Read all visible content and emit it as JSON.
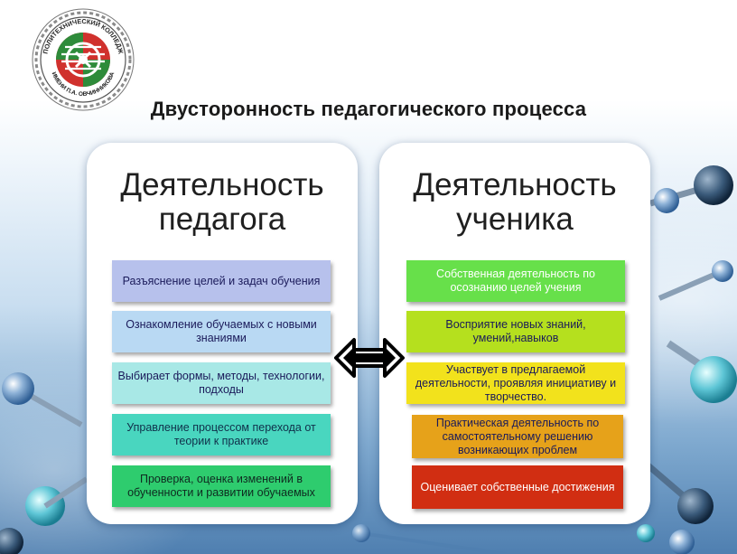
{
  "slide": {
    "title": "Двусторонность педагогического процесса",
    "logo": {
      "top_text": "ПОЛИТЕХНИЧЕСКИЙ КОЛЛЕДЖ",
      "bottom_text": "ИМЕНИ П.А. ОВЧИННИКОВА",
      "colors": {
        "green": "#2e8b3a",
        "red": "#d0312d",
        "ring": "#ffffff"
      }
    }
  },
  "teacher": {
    "heading": "Деятельность педагога",
    "items": [
      {
        "text": "Разъяснение целей и задач обучения",
        "color": "#b7c1ec",
        "text_color": "#1a1a5a"
      },
      {
        "text": "Ознакомление обучаемых с новыми знаниями",
        "color": "#b9d9f3",
        "text_color": "#1a1a5a"
      },
      {
        "text": "Выбирает формы, методы, технологии, подходы",
        "color": "#a8e8e6",
        "text_color": "#1a1a5a"
      },
      {
        "text": "Управление процессом перехода от теории к практике",
        "color": "#49d6bf",
        "text_color": "#10304a"
      },
      {
        "text": "Проверка, оценка изменений в обученности и развитии обучаемых",
        "color": "#2ecc6e",
        "text_color": "#0f2a20"
      }
    ]
  },
  "student": {
    "heading": "Деятельность ученика",
    "items": [
      {
        "text": "Собственная деятельность по осознанию целей учения",
        "color": "#67e04a",
        "text_color": "#ffffff"
      },
      {
        "text": "Восприятие новых знаний, умений,навыков",
        "color": "#b5e01e",
        "text_color": "#1a1a5a"
      },
      {
        "text": "Участвует в предлагаемой деятельности, проявляя инициативу и творчество.",
        "color": "#f2e21c",
        "text_color": "#1a1a5a"
      },
      {
        "text": "Практическая деятельность по самостоятельному решению возникающих проблем",
        "color": "#e6a21a",
        "text_color": "#1a1a5a"
      },
      {
        "text": "Оценивает собственные достижения",
        "color": "#d12e12",
        "text_color": "#ffffff"
      }
    ]
  },
  "connector": {
    "icon": "double-arrow-icon"
  }
}
